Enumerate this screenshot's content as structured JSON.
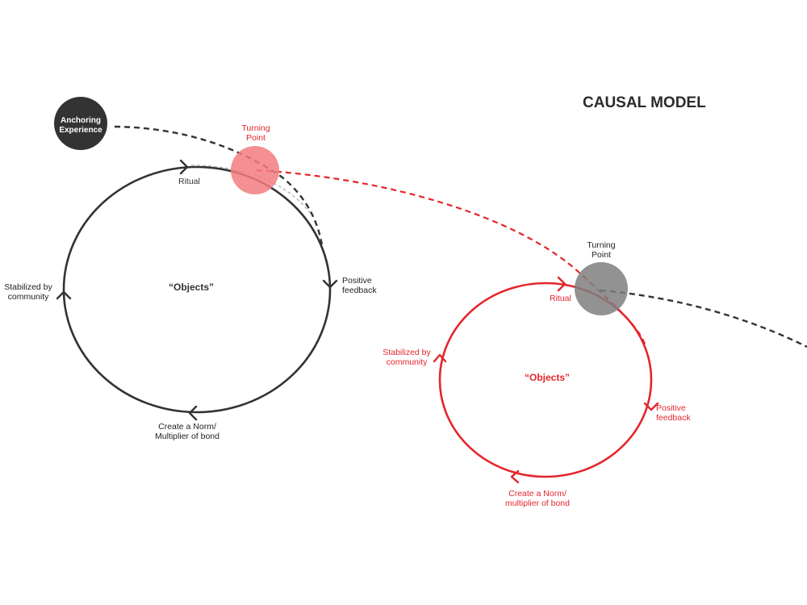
{
  "title": "CAUSAL MODEL",
  "colors": {
    "dark": "#333333",
    "red": "#e3262b",
    "turning_point_fill": "#f27d80",
    "turning_point_2_fill": "#888888",
    "label_dark": "#222222"
  },
  "anchoring_node": {
    "line1": "Anchoring",
    "line2": "Experience"
  },
  "turning_point_1": {
    "line1": "Turning",
    "line2": "Point"
  },
  "turning_point_2": {
    "line1": "Turning",
    "line2": "Point"
  },
  "loop_1": {
    "center_label": "“Objects”",
    "ritual": "Ritual",
    "positive_feedback_1": "Positive",
    "positive_feedback_2": "feedback",
    "norm_1": "Create a Norm/",
    "norm_2": "Multiplier of bond",
    "stabilized_1": "Stabilized by",
    "stabilized_2": "community"
  },
  "loop_2": {
    "center_label": "“Objects”",
    "ritual": "Ritual",
    "positive_feedback_1": "Positive",
    "positive_feedback_2": "feedback",
    "norm_1": "Create a Norm/",
    "norm_2": "multiplier of bond",
    "stabilized_1": "Stabilized by",
    "stabilized_2": "community"
  }
}
